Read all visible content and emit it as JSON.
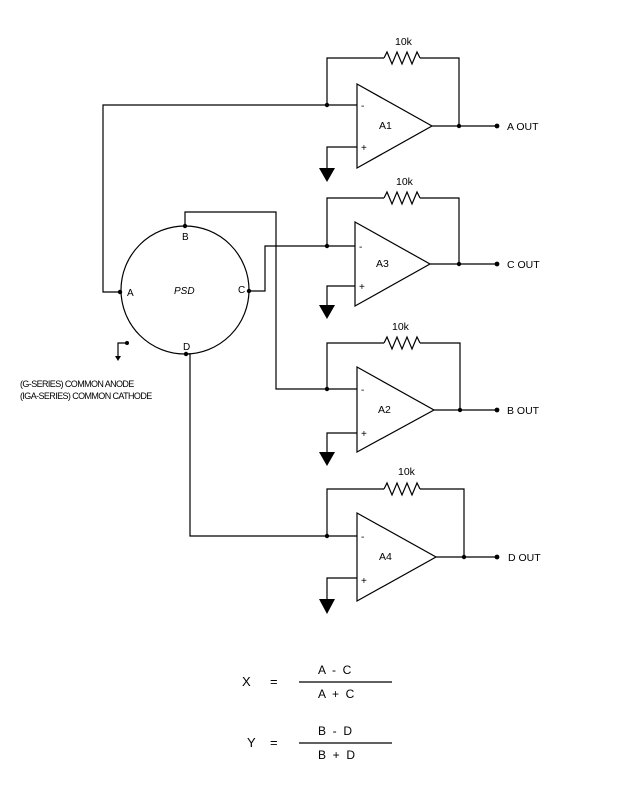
{
  "psd": {
    "label": "PSD",
    "pins": {
      "a": "A",
      "b": "B",
      "c": "C",
      "d": "D"
    }
  },
  "ground_note": {
    "line1": "(G-SERIES) COMMON ANODE",
    "line2": "(IGA-SERIES) COMMON CATHODE"
  },
  "amplifiers": [
    {
      "id": "a1",
      "label": "A1",
      "resistor": "10k",
      "output": "A OUT"
    },
    {
      "id": "a3",
      "label": "A3",
      "resistor": "10k",
      "output": "C OUT"
    },
    {
      "id": "a2",
      "label": "A2",
      "resistor": "10k",
      "output": "B OUT"
    },
    {
      "id": "a4",
      "label": "A4",
      "resistor": "10k",
      "output": "D OUT"
    }
  ],
  "input_signs": {
    "inverting": "-",
    "noninverting": "+"
  },
  "equations": {
    "x": {
      "lhs": "X",
      "eq": "=",
      "numerator": "A  -  C",
      "denominator": "A  +  C"
    },
    "y": {
      "lhs": "Y",
      "eq": "=",
      "numerator": "B  -  D",
      "denominator": "B  +  D"
    }
  }
}
